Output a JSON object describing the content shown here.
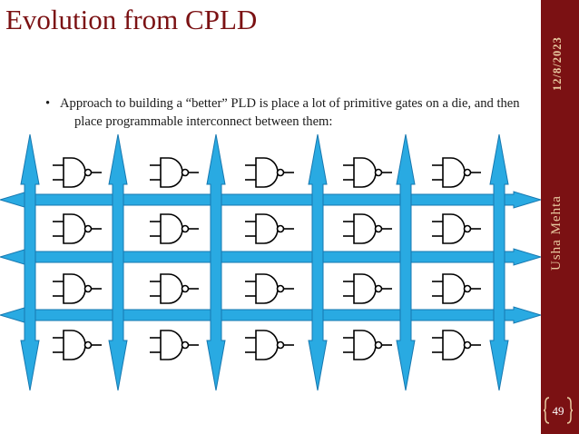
{
  "slide": {
    "title": "Evolution from CPLD",
    "bullet": "Approach to building a “better” PLD  is place a lot of primitive gates on a die, and then place programmable interconnect between them:",
    "bullet_marker": "•",
    "date": "12/8/2023",
    "author": "Usha Mehta",
    "page_number": "49"
  },
  "colors": {
    "title": "#7b1113",
    "sidebar": "#7b1113",
    "sidebar_text": "#e8c9a0",
    "interconnect": "#29aae2",
    "interconnect_stroke": "#1778b0",
    "gate": "#000000"
  },
  "diagram": {
    "gate_type": "nand",
    "gate_rows": 4,
    "gate_cols": 5,
    "vertical_interconnects": 6,
    "horizontal_interconnects": 3
  }
}
